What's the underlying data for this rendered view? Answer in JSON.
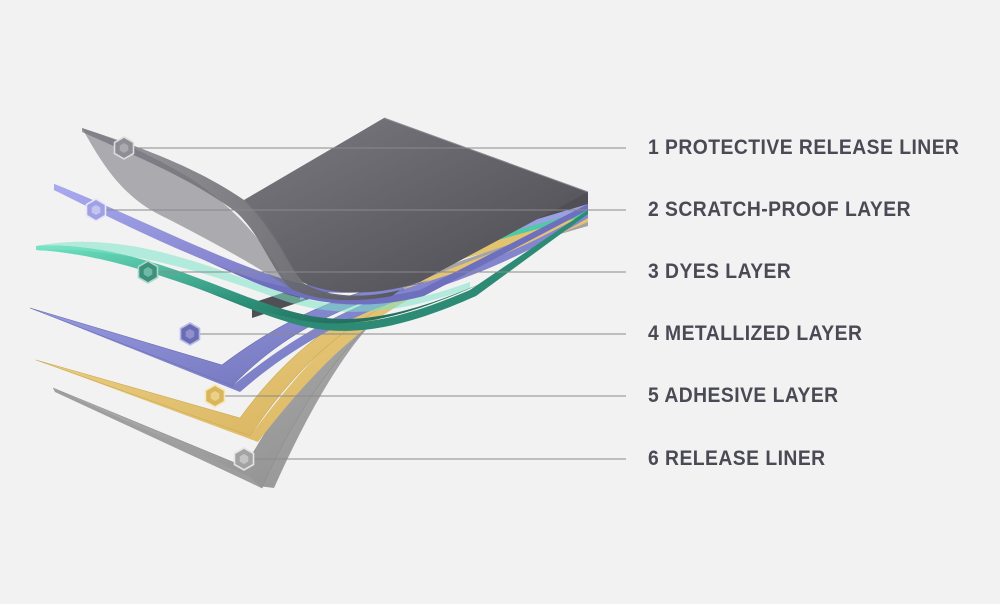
{
  "layers": [
    {
      "label": "1 PROTECTIVE RELEASE LINER",
      "color": "#5a5a60"
    },
    {
      "label": "2 SCRATCH-PROOF LAYER",
      "color": "#8e8fd8"
    },
    {
      "label": "3 DYES LAYER",
      "color": "#3fbf9f"
    },
    {
      "label": "4 METALLIZED LAYER",
      "color": "#8a8cd0"
    },
    {
      "label": "5 ADHESIVE LAYER",
      "color": "#e6c46e"
    },
    {
      "label": "6 RELEASE LINER",
      "color": "#a6a6a6"
    }
  ],
  "colors": {
    "background": "#f2f2f2",
    "label_text": "#4a4a55",
    "leader_line": "#8a8a8a"
  },
  "icons": {
    "marker": "hexagon-marker-icon"
  }
}
